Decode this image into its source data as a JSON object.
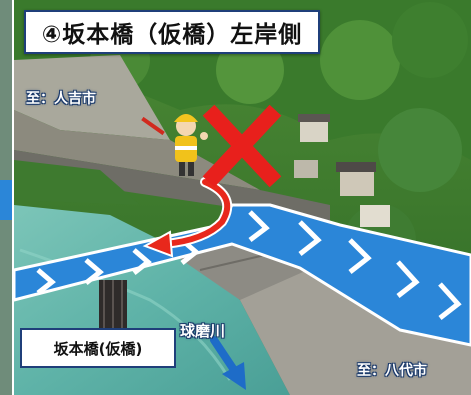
{
  "title": "④坂本橋（仮橋）左岸側",
  "labels": {
    "to_hitoyoshi": "至：人吉市",
    "to_yatsushiro": "至：八代市",
    "river": "球磨川",
    "bridge": "坂本橋(仮橋)"
  },
  "colors": {
    "route_arrow": "#2b86d8",
    "chevron": "#ffffff",
    "cross": "#e8201c",
    "turn_arrow": "#e8281c",
    "river_arrow": "#1e6cc8",
    "water": "#5fb3a8",
    "forest": "#3f7a2e",
    "label_outline": "#1b3a6b"
  },
  "icons": [
    "road-closed-cross-icon",
    "u-turn-arrow-icon",
    "flow-direction-arrow-icon",
    "traffic-guard-icon"
  ]
}
